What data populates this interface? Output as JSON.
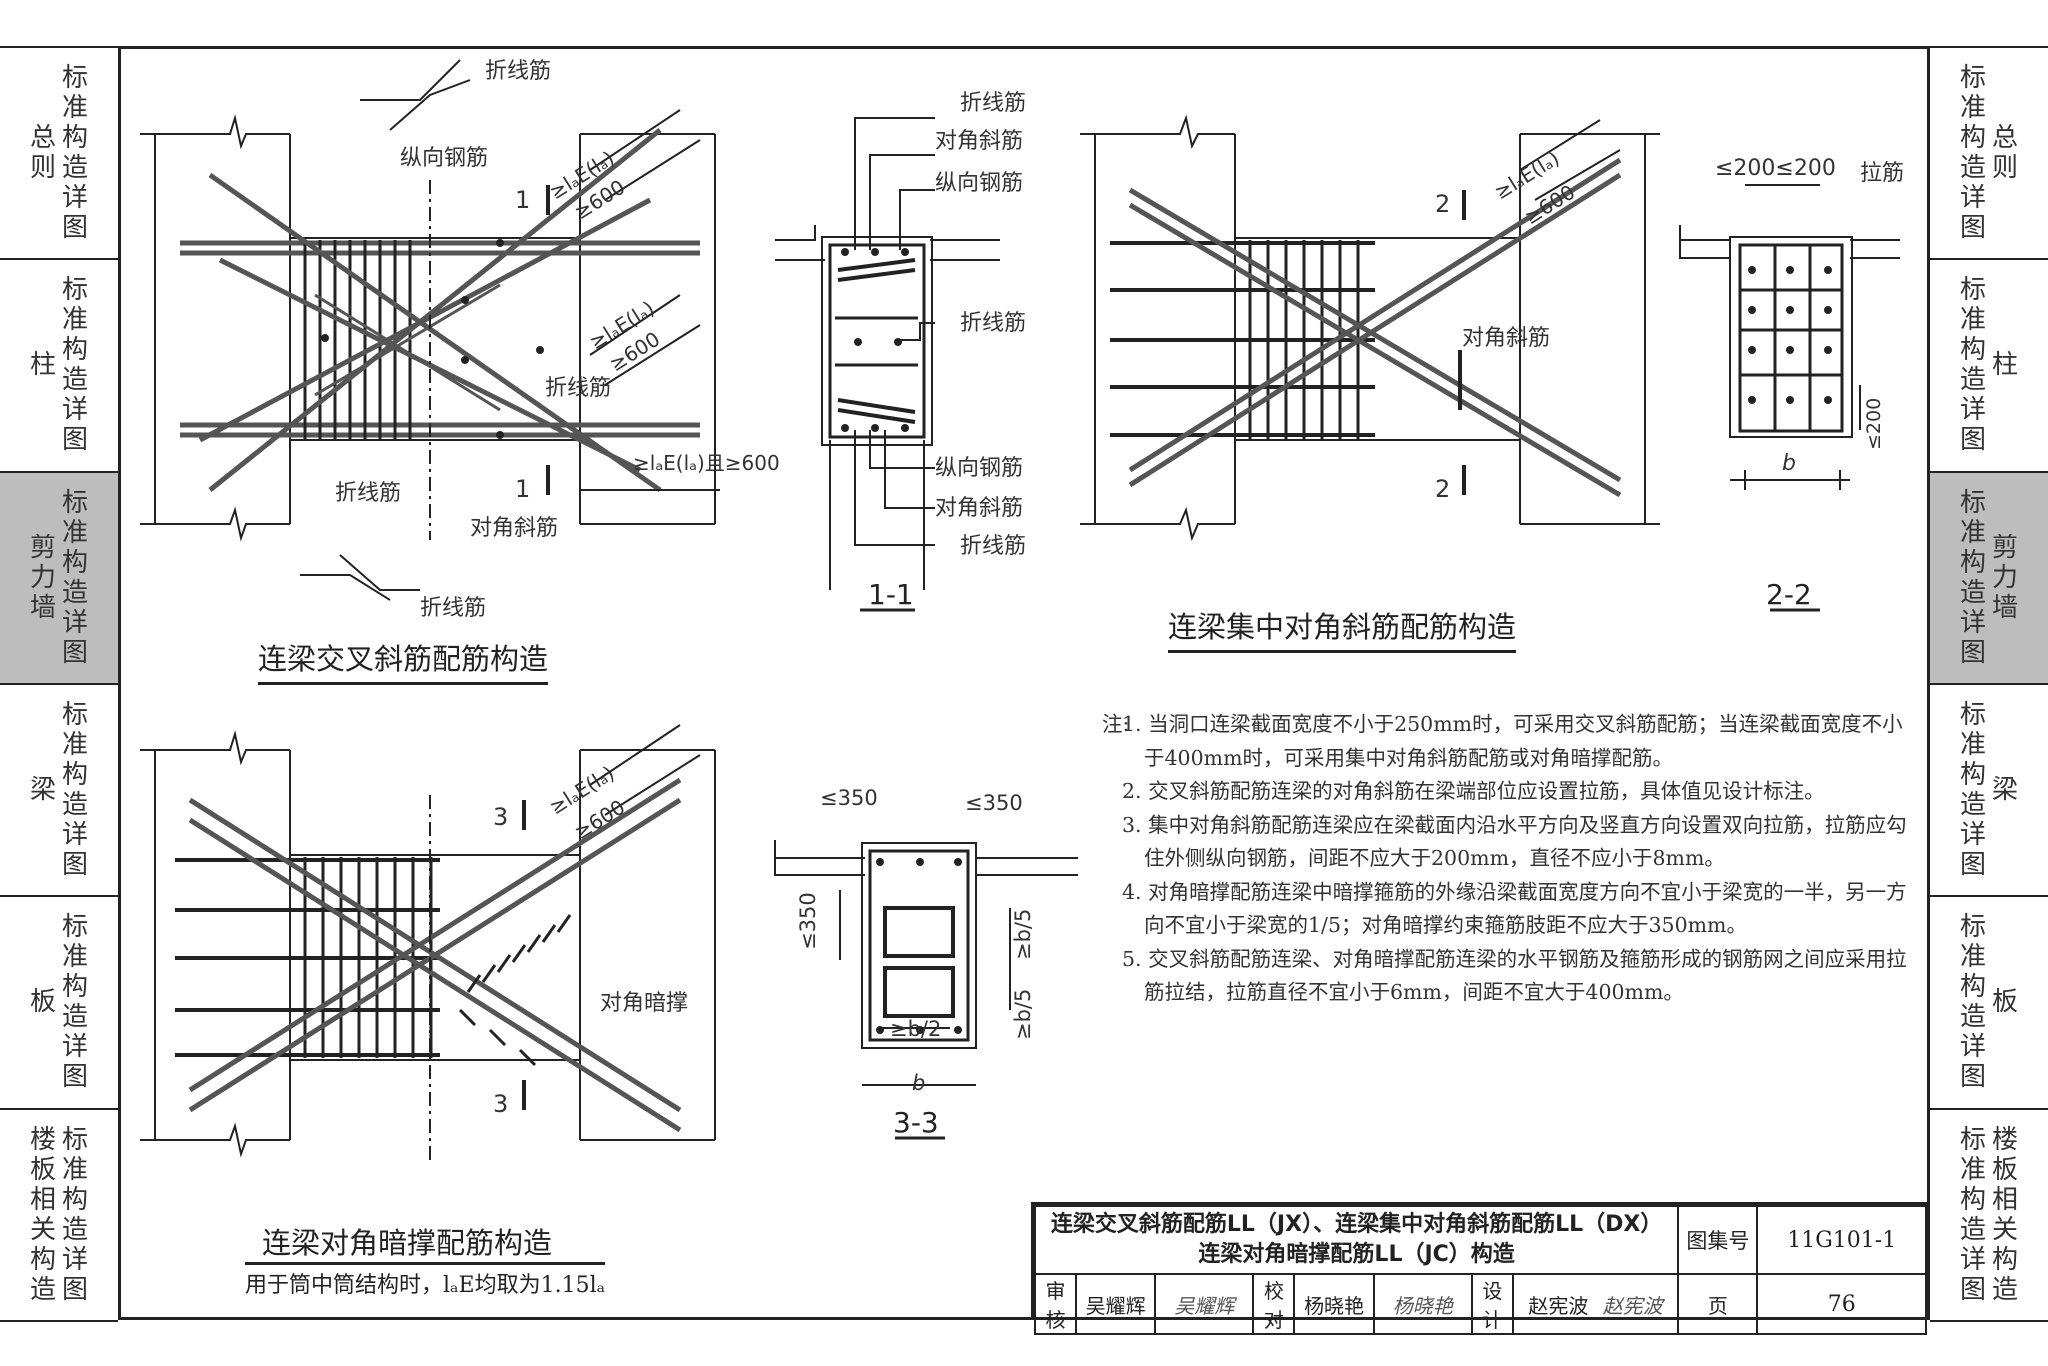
{
  "left_tabs": [
    {
      "inner": "标准构造详图",
      "outer": "总则",
      "active": false
    },
    {
      "inner": "标准构造详图",
      "outer": "柱",
      "active": false
    },
    {
      "inner": "标准构造详图",
      "outer": "剪力墙",
      "active": true
    },
    {
      "inner": "标准构造详图",
      "outer": "梁",
      "active": false
    },
    {
      "inner": "标准构造详图",
      "outer": "板",
      "active": false
    },
    {
      "inner": "标准构造详图",
      "outer": "楼板相关构造",
      "active": false
    }
  ],
  "right_tabs": [
    {
      "inner": "标准构造详图",
      "outer": "总则",
      "active": false
    },
    {
      "inner": "标准构造详图",
      "outer": "柱",
      "active": false
    },
    {
      "inner": "标准构造详图",
      "outer": "剪力墙",
      "active": true
    },
    {
      "inner": "标准构造详图",
      "outer": "梁",
      "active": false
    },
    {
      "inner": "标准构造详图",
      "outer": "板",
      "active": false
    },
    {
      "inner": "标准构造详图",
      "outer": "楼板相关构造",
      "active": false
    }
  ],
  "drawing1": {
    "title": "连梁交叉斜筋配筋构造",
    "labels": {
      "zhexian": "折线筋",
      "zongxiang": "纵向钢筋",
      "duijiao": "对角斜筋",
      "section_mark": "1",
      "anchor_top": "≥lₐE(lₐ)",
      "anchor_top2": "≥600",
      "anchor_bottom": "≥lₐE(lₐ)且≥600"
    }
  },
  "section1": {
    "caption": "1-1",
    "labels": [
      "折线筋",
      "对角斜筋",
      "纵向钢筋",
      "折线筋",
      "纵向钢筋",
      "对角斜筋",
      "折线筋"
    ]
  },
  "drawing2": {
    "title": "连梁集中对角斜筋配筋构造",
    "labels": {
      "duijiao": "对角斜筋",
      "section_mark": "2",
      "anchor_top": "≥lₐE(lₐ)",
      "anchor_top2": "≥600"
    }
  },
  "section2": {
    "caption": "2-2",
    "labels": {
      "spacing": "≤200≤200",
      "lajin": "拉筋",
      "v200": "≤200",
      "b": "b"
    }
  },
  "drawing3": {
    "title": "连梁对角暗撑配筋构造",
    "subtitle": "用于筒中筒结构时，lₐE均取为1.15lₐ",
    "labels": {
      "anche": "对角暗撑",
      "section_mark": "3",
      "anchor_top": "≥lₐE(lₐ)",
      "anchor_top2": "≥600"
    }
  },
  "section3": {
    "caption": "3-3",
    "labels": {
      "top_left": "≤350",
      "top_right": "≤350",
      "left": "≤350",
      "right1": "≥b/5",
      "right2": "≥b/5",
      "half": "≥b/2",
      "b": "b"
    }
  },
  "notes": {
    "head": "注:",
    "items": [
      "1. 当洞口连梁截面宽度不小于250mm时，可采用交叉斜筋配筋；当连梁截面宽度不小于400mm时，可采用集中对角斜筋配筋或对角暗撑配筋。",
      "2. 交叉斜筋配筋连梁的对角斜筋在梁端部位应设置拉筋，具体值见设计标注。",
      "3. 集中对角斜筋配筋连梁应在梁截面内沿水平方向及竖直方向设置双向拉筋，拉筋应勾住外侧纵向钢筋，间距不应大于200mm，直径不应小于8mm。",
      "4. 对角暗撑配筋连梁中暗撑箍筋的外缘沿梁截面宽度方向不宜小于梁宽的一半，另一方向不宜小于梁宽的1/5；对角暗撑约束箍筋肢距不应大于350mm。",
      "5. 交叉斜筋配筋连梁、对角暗撑配筋连梁的水平钢筋及箍筋形成的钢筋网之间应采用拉筋拉结，拉筋直径不宜小于6mm，间距不宜大于400mm。"
    ]
  },
  "title_block": {
    "title_line1": "连梁交叉斜筋配筋LL（JX）、连梁集中对角斜筋配筋LL（DX）",
    "title_line2": "连梁对角暗撑配筋LL（JC）构造",
    "atlas_label": "图集号",
    "atlas_no": "11G101-1",
    "review_label": "审核",
    "reviewer": "吴耀辉",
    "reviewer_sig": "吴耀辉",
    "check_label": "校对",
    "checker": "杨晓艳",
    "checker_sig": "杨晓艳",
    "design_label": "设计",
    "designer": "赵宪波",
    "designer_sig": "赵宪波",
    "page_label": "页",
    "page_no": "76"
  }
}
